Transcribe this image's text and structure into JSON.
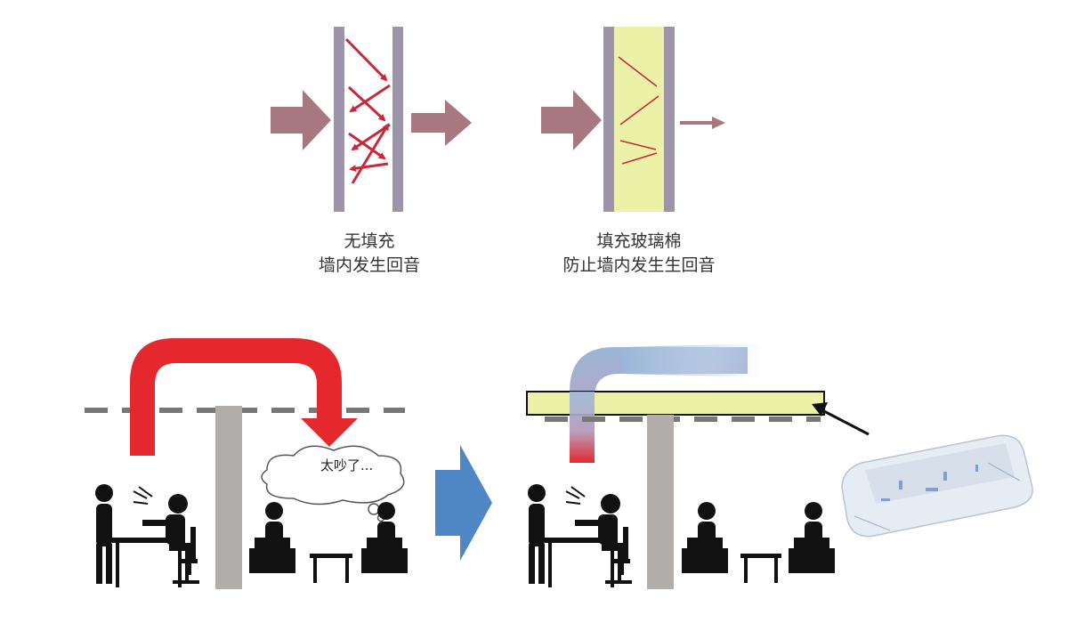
{
  "top_panel": {
    "left_caption": {
      "line1": "无填充",
      "line2": "墙内发生回音"
    },
    "right_caption": {
      "line1": "填充玻璃棉",
      "line2": "防止墙内发生生回音"
    }
  },
  "bottom_panel": {
    "speech_bubble": "太吵了..."
  },
  "colors": {
    "wall_stud": "#9c95aa",
    "sound_arrow": "#a87880",
    "echo_line": "#c8283c",
    "glass_wool": "#ecf1a8",
    "noise_arrow_red": "#e5282e",
    "noise_arrow_blue": "#9ab6d8",
    "ceiling_dash": "#777777",
    "wall_post": "#b0adaa",
    "big_arrow_blue": "#4f86c6",
    "figure": "#111111"
  },
  "icons": [
    "sound-arrow-icon",
    "person-icon",
    "chair-icon",
    "table-icon",
    "insulation-package-icon",
    "pointer-arrow-icon"
  ]
}
